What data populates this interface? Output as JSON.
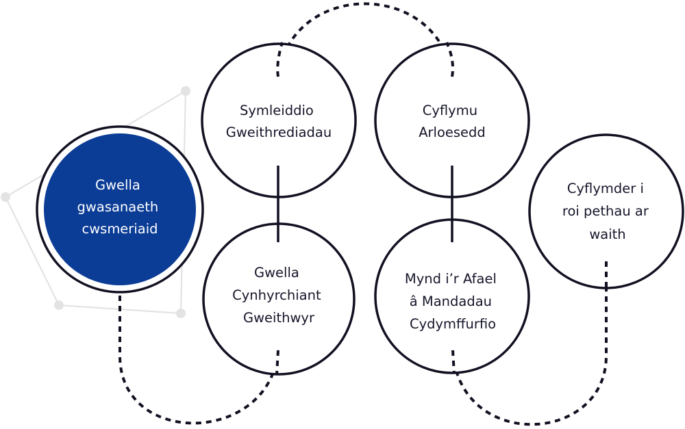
{
  "diagram": {
    "colors": {
      "highlight": "#0b3c96",
      "outline": "#111122",
      "background_network": "#e3e3e3"
    },
    "nodes": [
      {
        "id": "customer-service",
        "lines": [
          "Gwella",
          "gwasanaeth",
          "cwsmeriaid"
        ],
        "highlighted": true
      },
      {
        "id": "streamline-operations",
        "lines": [
          "Symleiddio",
          "Gweithrediadau"
        ],
        "highlighted": false
      },
      {
        "id": "accelerate-innovation",
        "lines": [
          "Cyflymu",
          "Arloesedd"
        ],
        "highlighted": false
      },
      {
        "id": "employee-productivity",
        "lines": [
          "Gwella",
          "Cynhyrchiant",
          "Gweithwyr"
        ],
        "highlighted": false
      },
      {
        "id": "compliance-mandates",
        "lines": [
          "Mynd i’r Afael",
          "â Mandadau",
          "Cydymffurfio"
        ],
        "highlighted": false
      },
      {
        "id": "speed-to-deploy",
        "lines": [
          "Cyflymder i",
          "roi pethau ar",
          "waith"
        ],
        "highlighted": false
      }
    ],
    "connections": [
      {
        "from": "customer-service",
        "to": "employee-productivity",
        "style": "dashed"
      },
      {
        "from": "streamline-operations",
        "to": "accelerate-innovation",
        "style": "dashed"
      },
      {
        "from": "streamline-operations",
        "to": "employee-productivity",
        "style": "solid"
      },
      {
        "from": "accelerate-innovation",
        "to": "compliance-mandates",
        "style": "solid"
      },
      {
        "from": "compliance-mandates",
        "to": "speed-to-deploy",
        "style": "dashed"
      }
    ]
  }
}
